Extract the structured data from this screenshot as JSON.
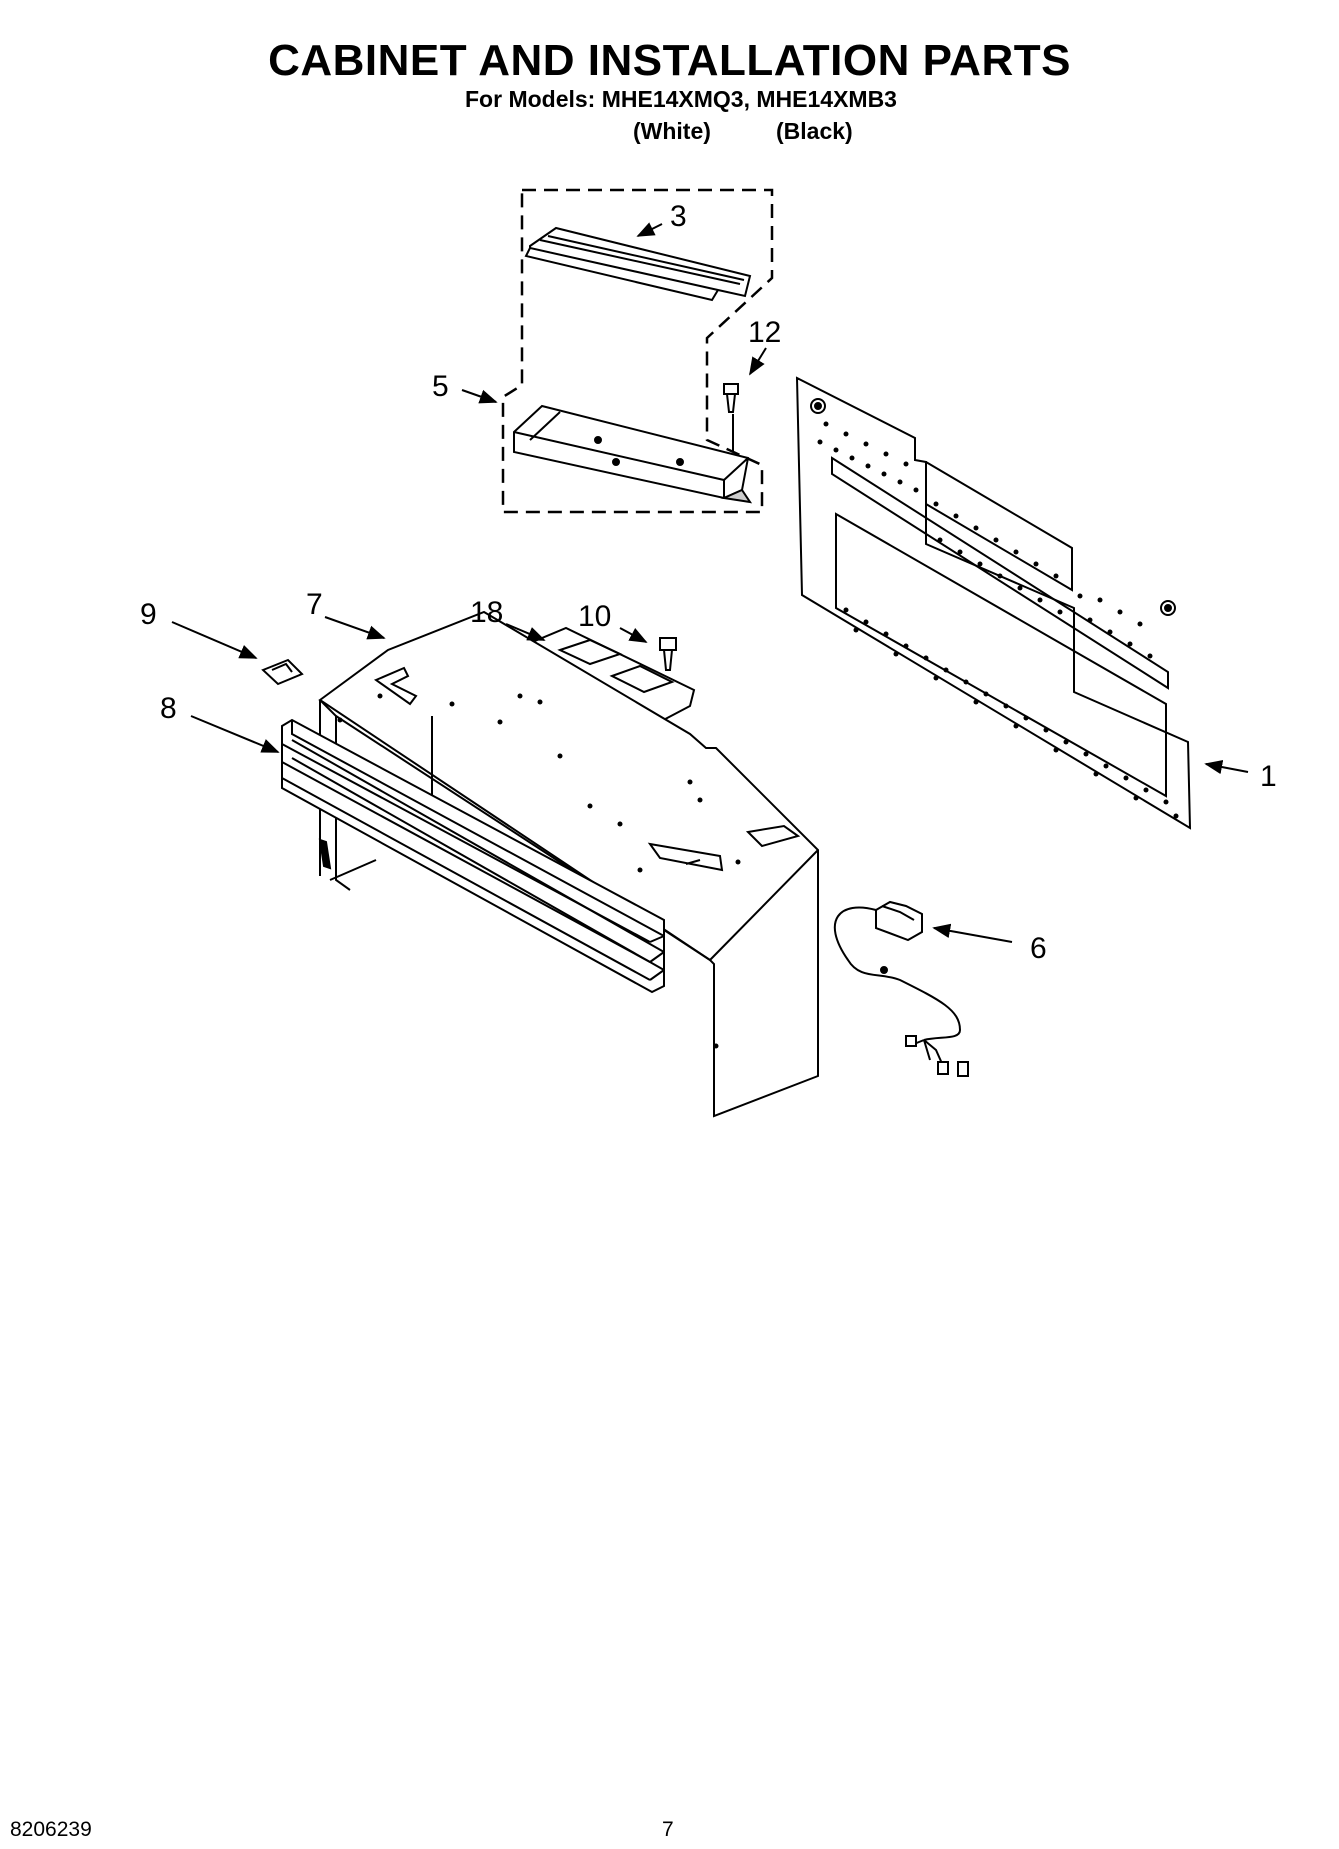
{
  "header": {
    "title": "CABINET AND INSTALLATION PARTS",
    "models_line": "For Models: MHE14XMQ3, MHE14XMB3",
    "variant_white": "(White)",
    "variant_black": "(Black)"
  },
  "callouts": {
    "c1": "1",
    "c3": "3",
    "c5": "5",
    "c6": "6",
    "c7": "7",
    "c8": "8",
    "c9": "9",
    "c10": "10",
    "c12": "12",
    "c18": "18"
  },
  "footer": {
    "doc_number": "8206239",
    "page_number": "7"
  }
}
